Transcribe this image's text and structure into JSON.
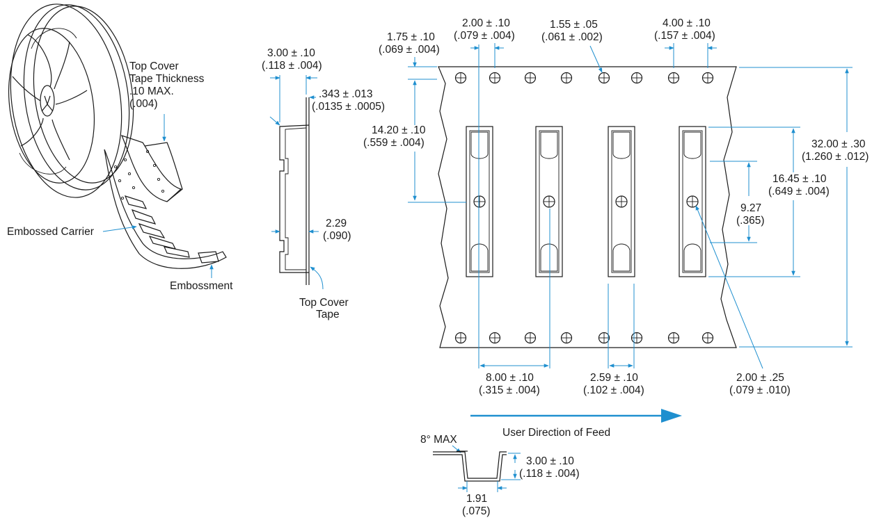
{
  "colors": {
    "line": "#1a1a1a",
    "dimension": "#1f8fcf",
    "background": "#ffffff"
  },
  "reel": {
    "top_cover_thickness": [
      "Top Cover",
      "Tape Thickness",
      ".10 MAX.",
      "(.004)"
    ],
    "embossed_carrier": "Embossed Carrier",
    "embossment": "Embossment"
  },
  "cross_section": {
    "width_mm": "3.00 ± .10",
    "width_in": "(.118 ± .004)",
    "thickness_mm": ".343 ± .013",
    "thickness_in": "(.0135 ± .0005)",
    "depth_mm": "2.29",
    "depth_in": "(.090)",
    "cover_tape": [
      "Top Cover",
      "Tape"
    ]
  },
  "tape": {
    "hole_edge_mm": "1.75 ± .10",
    "hole_edge_in": "(.069 ± .004)",
    "hole_pocket_mm": "2.00 ± .10",
    "hole_pocket_in": "(.079 ± .004)",
    "hole_dia_mm": "1.55 ± .05",
    "hole_dia_in": "(.061 ± .002)",
    "hole_pitch_mm": "4.00 ± .10",
    "hole_pitch_in": "(.157 ± .004)",
    "hole_row_to_center_mm": "14.20 ± .10",
    "hole_row_to_center_in": "(.559 ± .004)",
    "tape_width_mm": "32.00 ± .30",
    "tape_width_in": "(1.260 ± .012)",
    "pocket_length_mm": "16.45 ± .10",
    "pocket_length_in": "(.649 ± .004)",
    "pocket_inner_mm": "9.27",
    "pocket_inner_in": "(.365)",
    "pocket_pitch_mm": "8.00 ± .10",
    "pocket_pitch_in": "(.315 ± .004)",
    "pocket_width_mm": "2.59 ± .10",
    "pocket_width_in": "(.102 ± .004)",
    "center_hole_mm": "2.00 ± .25",
    "center_hole_in": "(.079 ± .010)",
    "feed_direction": "User Direction of Feed"
  },
  "pocket_profile": {
    "angle": "8° MAX",
    "depth_mm": "3.00 ± .10",
    "depth_in": "(.118 ± .004)",
    "bottom_mm": "1.91",
    "bottom_in": "(.075)"
  }
}
